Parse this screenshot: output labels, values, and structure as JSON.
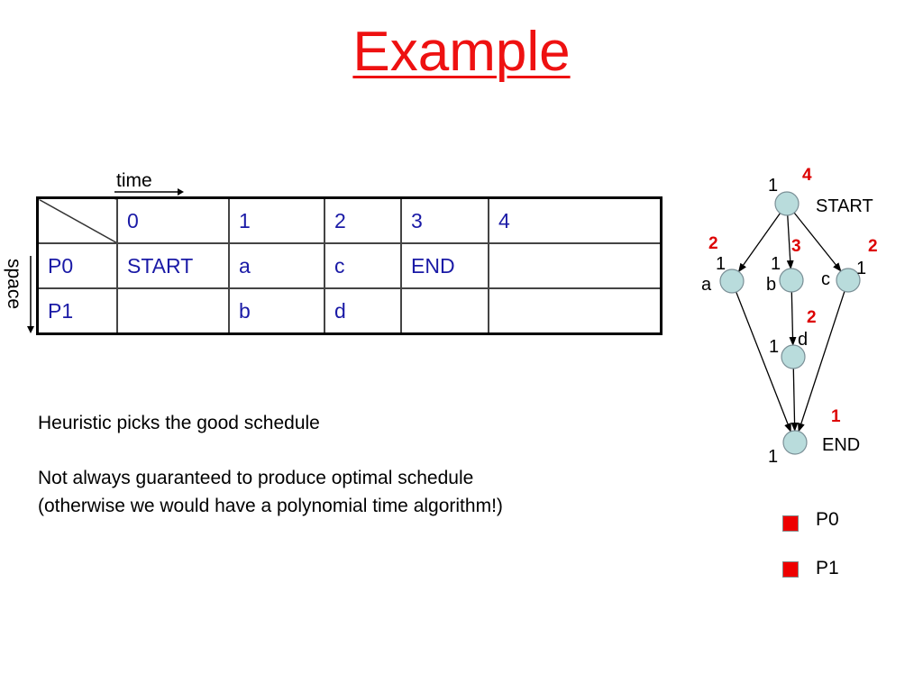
{
  "title": "Example",
  "table": {
    "axis_time_label": "time",
    "axis_space_label": "space",
    "header": [
      "0",
      "1",
      "2",
      "3",
      "4"
    ],
    "rows": [
      {
        "label": "P0",
        "cells": [
          "START",
          "a",
          "c",
          "END",
          ""
        ]
      },
      {
        "label": "P1",
        "cells": [
          "",
          "b",
          "d",
          "",
          ""
        ]
      }
    ]
  },
  "notes": {
    "line1": "Heuristic picks the good schedule",
    "line2": "Not always guaranteed to produce optimal schedule",
    "line3": "(otherwise we would have a polynomial time algorithm!)"
  },
  "graph": {
    "nodes": [
      {
        "id": "START",
        "label": "START",
        "weight": "1",
        "priority": "4"
      },
      {
        "id": "a",
        "label": "a",
        "weight": "1",
        "priority": "2"
      },
      {
        "id": "b",
        "label": "b",
        "weight": "1",
        "priority": "3"
      },
      {
        "id": "c",
        "label": "c",
        "weight": "1",
        "priority": "2"
      },
      {
        "id": "d",
        "label": "d",
        "weight": "1",
        "priority": "2"
      },
      {
        "id": "END",
        "label": "END",
        "weight": "1",
        "priority": "1"
      }
    ],
    "edges": [
      [
        "START",
        "a"
      ],
      [
        "START",
        "b"
      ],
      [
        "START",
        "c"
      ],
      [
        "b",
        "d"
      ],
      [
        "a",
        "END"
      ],
      [
        "d",
        "END"
      ],
      [
        "c",
        "END"
      ]
    ]
  },
  "legend": [
    {
      "label": "P0",
      "color": "#ee0000"
    },
    {
      "label": "P1",
      "color": "#ee0000"
    }
  ],
  "colors": {
    "title": "#ee1111",
    "table_text": "#1a1aa6",
    "node_fill": "#b9dcdc",
    "priority": "#dd0000"
  }
}
